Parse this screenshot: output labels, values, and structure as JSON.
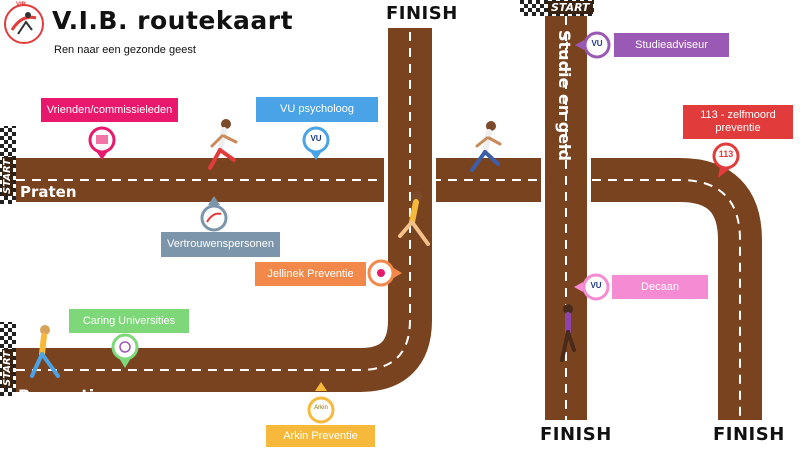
{
  "header": {
    "title": "V.I.B. routekaart",
    "subtitle": "Ren naar een gezonde geest",
    "logo_text": "VIB"
  },
  "tracks": {
    "praten": "Praten",
    "preventie": "Preventie",
    "studie": "Studie en geld"
  },
  "markers": {
    "finish": "FINISH",
    "start": "START"
  },
  "labels": {
    "vrienden": "Vrienden/commissieleden",
    "vu_psycholoog": "VU psycholoog",
    "vertrouwen": "Vertrouwenspersonen",
    "jellinek": "Jellinek Preventie",
    "caring": "Caring Universities",
    "arkin": "Arkin Preventie",
    "studieadviseur": "Studieadviseur",
    "decaan": "Decaan",
    "zelfmoord": "113 - zelfmoord preventie"
  },
  "pin_texts": {
    "vu": "VU",
    "n113": "113",
    "arkin": "Arkin"
  },
  "colors": {
    "track": "#7a4320",
    "track_edge": "#ffffff",
    "finish_band": "#3a2210",
    "magenta": "#e8196c",
    "blue": "#4aa3e6",
    "slate": "#7d95aa",
    "orange": "#f2894a",
    "green": "#7ed87a",
    "gold": "#f6b93b",
    "purple": "#9b59b6",
    "pink": "#f58bd3",
    "red": "#e23b3b"
  }
}
